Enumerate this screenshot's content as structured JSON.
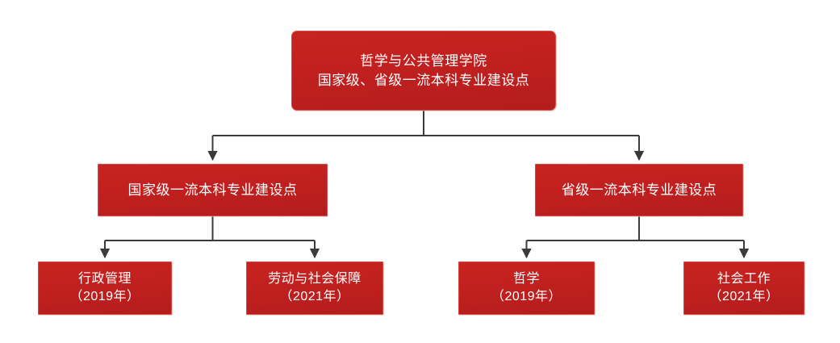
{
  "diagram": {
    "type": "organization-hierarchy-tree",
    "orientation": "top-down",
    "background_color": "#ffffff",
    "node_fill_color": "#c0201f",
    "node_text_color": "#ffffff",
    "connector_color": "#3a3a3a",
    "root": {
      "id": "root",
      "line1": "哲学与公共管理学院",
      "line2": "国家级、省级一流本科专业建设点",
      "text": "哲学与公共管理学院\n国家级、省级一流本科专业建设点"
    },
    "branches": [
      {
        "id": "branch-national",
        "text": "国家级一流本科专业建设点",
        "children": [
          {
            "id": "leaf-public-administration",
            "name": "行政管理",
            "year": "（2019年）",
            "text": "行政管理\n（2019年）"
          },
          {
            "id": "leaf-labor-social-security",
            "name": "劳动与社会保障",
            "year": "（2021年）",
            "text": "劳动与社会保障\n（2021年）"
          }
        ]
      },
      {
        "id": "branch-provincial",
        "text": "省级一流本科专业建设点",
        "children": [
          {
            "id": "leaf-philosophy",
            "name": "哲学",
            "year": "（2019年）",
            "text": "哲学\n（2019年）"
          },
          {
            "id": "leaf-social-work",
            "name": "社会工作",
            "year": "（2021年）",
            "text": "社会工作\n（2021年）"
          }
        ]
      }
    ]
  }
}
